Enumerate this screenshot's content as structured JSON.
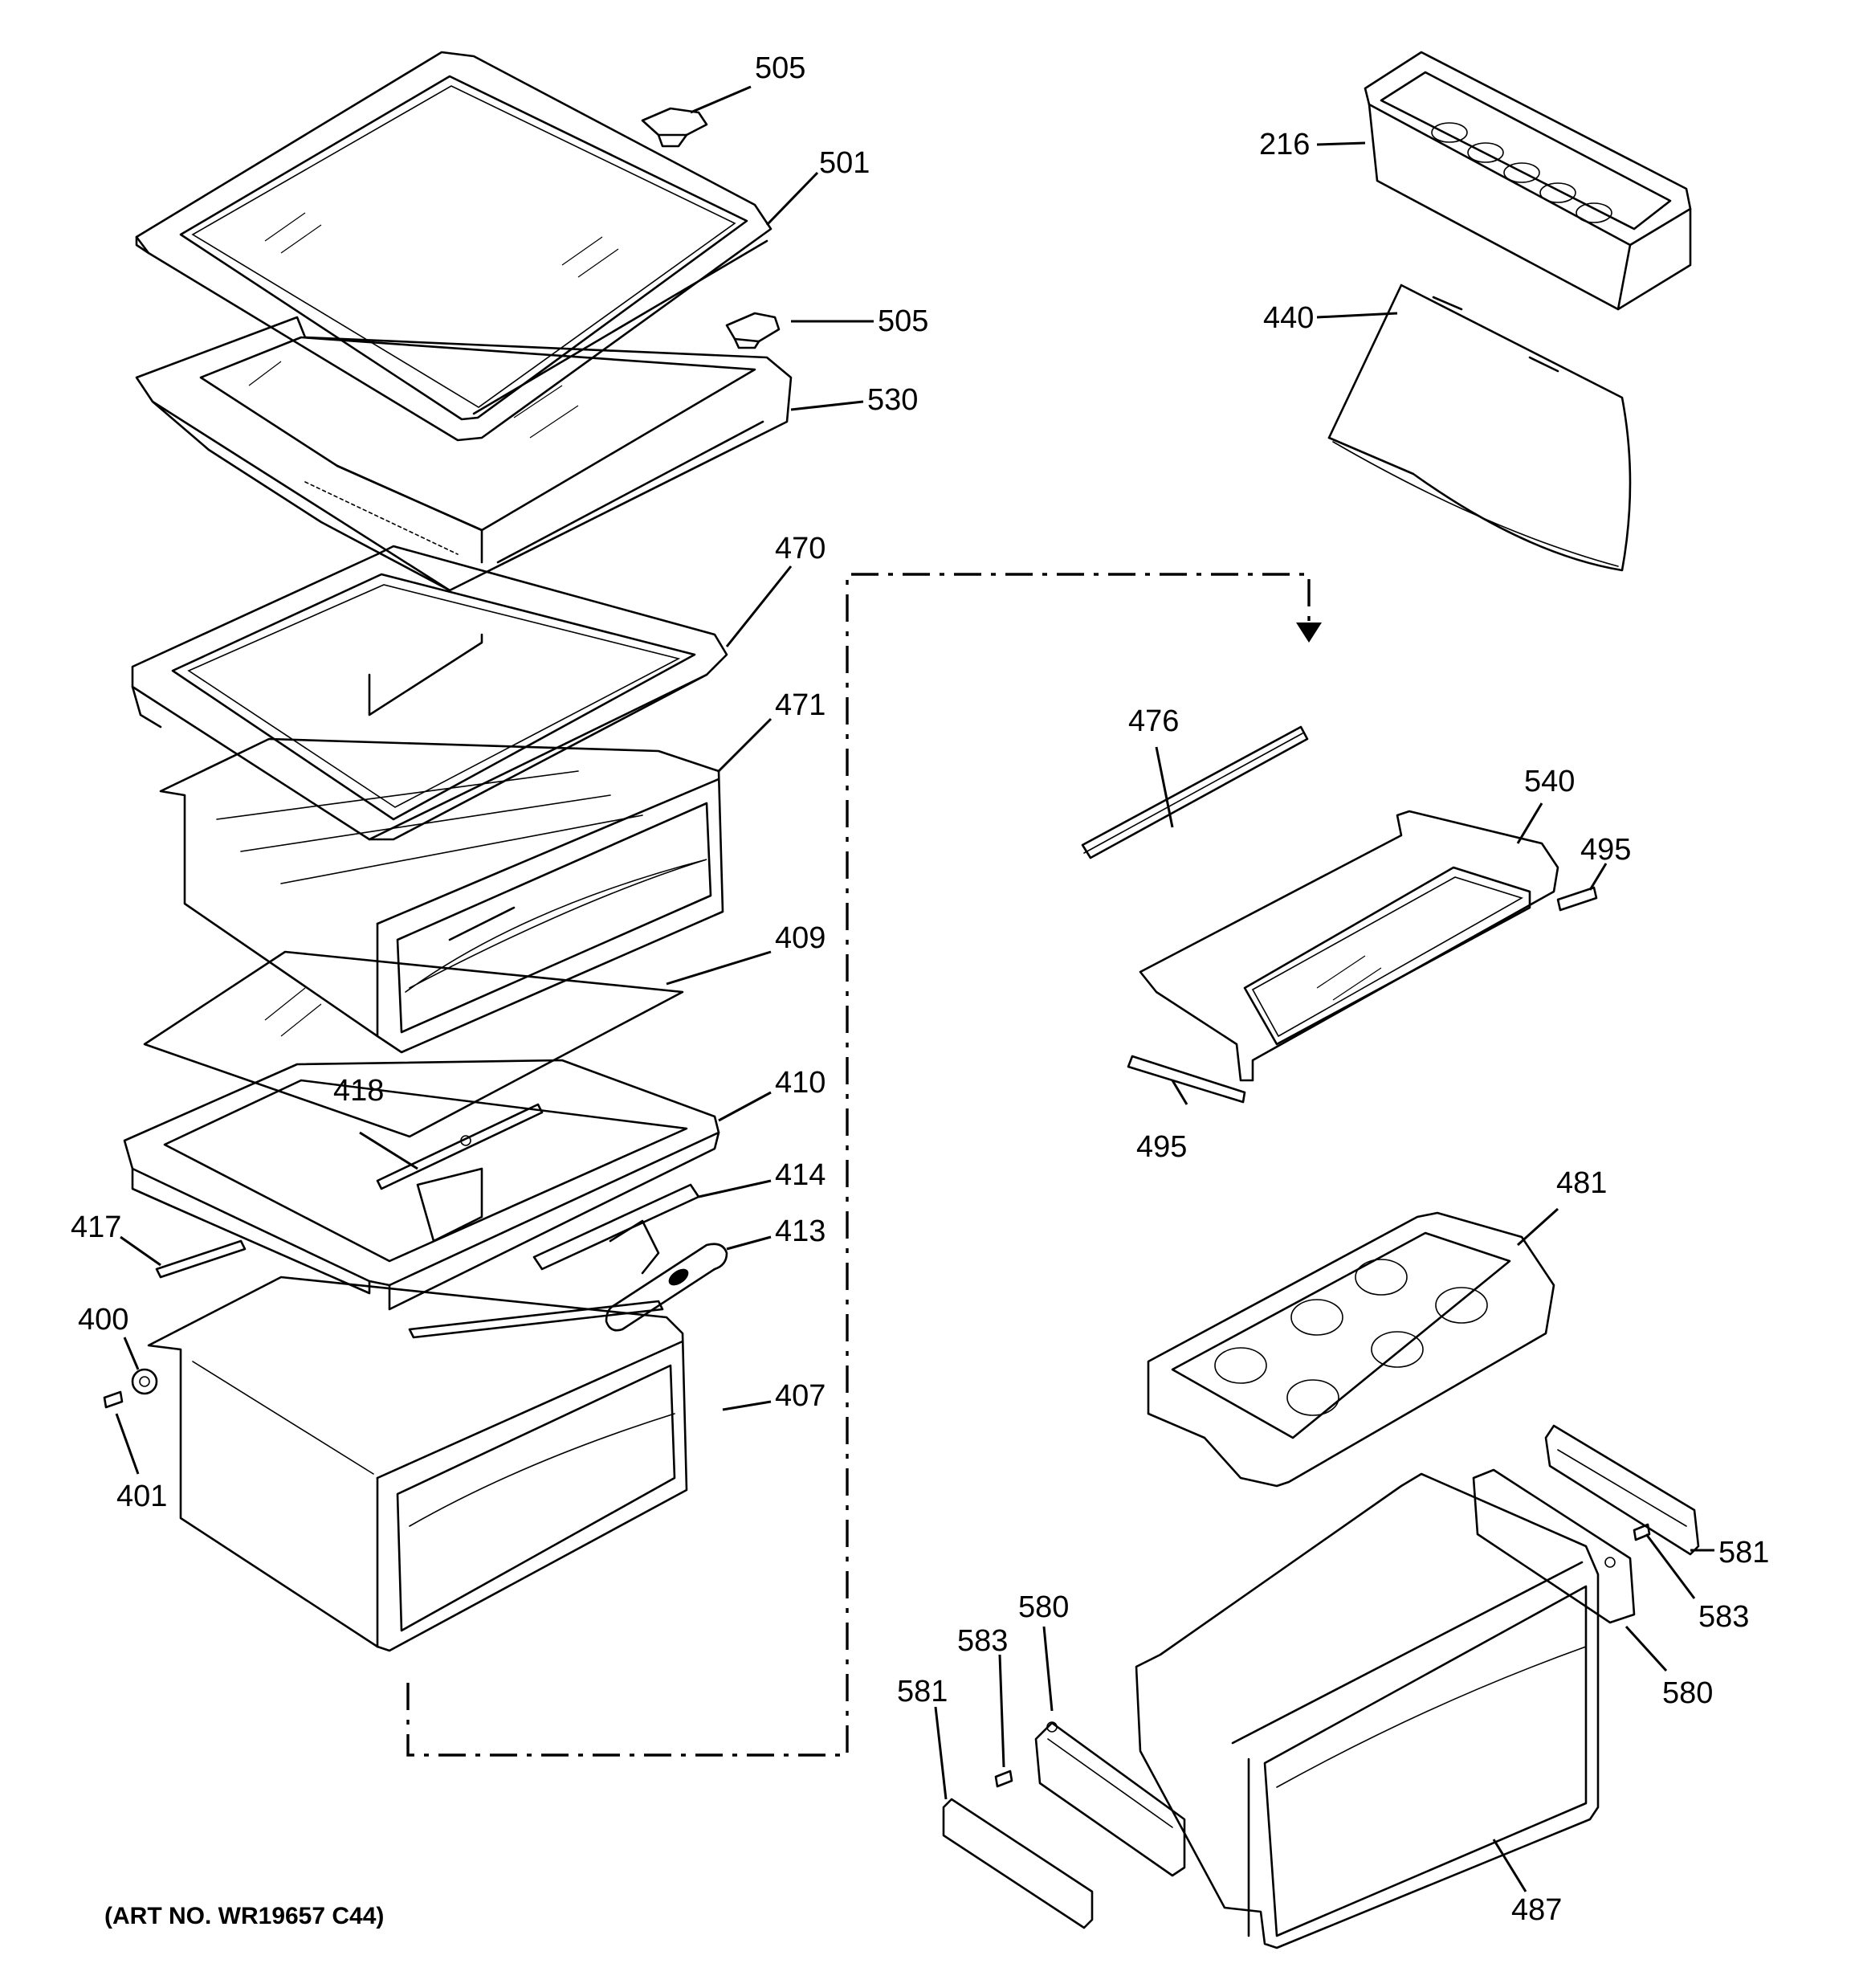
{
  "caption": "(ART NO. WR19657 C44)",
  "callouts": [
    {
      "id": "505a",
      "text": "505"
    },
    {
      "id": "501",
      "text": "501"
    },
    {
      "id": "505b",
      "text": "505"
    },
    {
      "id": "530",
      "text": "530"
    },
    {
      "id": "470",
      "text": "470"
    },
    {
      "id": "471",
      "text": "471"
    },
    {
      "id": "409",
      "text": "409"
    },
    {
      "id": "418",
      "text": "418"
    },
    {
      "id": "410",
      "text": "410"
    },
    {
      "id": "414",
      "text": "414"
    },
    {
      "id": "417",
      "text": "417"
    },
    {
      "id": "413",
      "text": "413"
    },
    {
      "id": "400",
      "text": "400"
    },
    {
      "id": "407",
      "text": "407"
    },
    {
      "id": "401",
      "text": "401"
    },
    {
      "id": "216",
      "text": "216"
    },
    {
      "id": "440",
      "text": "440"
    },
    {
      "id": "476",
      "text": "476"
    },
    {
      "id": "540",
      "text": "540"
    },
    {
      "id": "495a",
      "text": "495"
    },
    {
      "id": "495b",
      "text": "495"
    },
    {
      "id": "481",
      "text": "481"
    },
    {
      "id": "581a",
      "text": "581"
    },
    {
      "id": "583a",
      "text": "583"
    },
    {
      "id": "580a",
      "text": "580"
    },
    {
      "id": "580b",
      "text": "580"
    },
    {
      "id": "583b",
      "text": "583"
    },
    {
      "id": "581b",
      "text": "581"
    },
    {
      "id": "487",
      "text": "487"
    }
  ]
}
